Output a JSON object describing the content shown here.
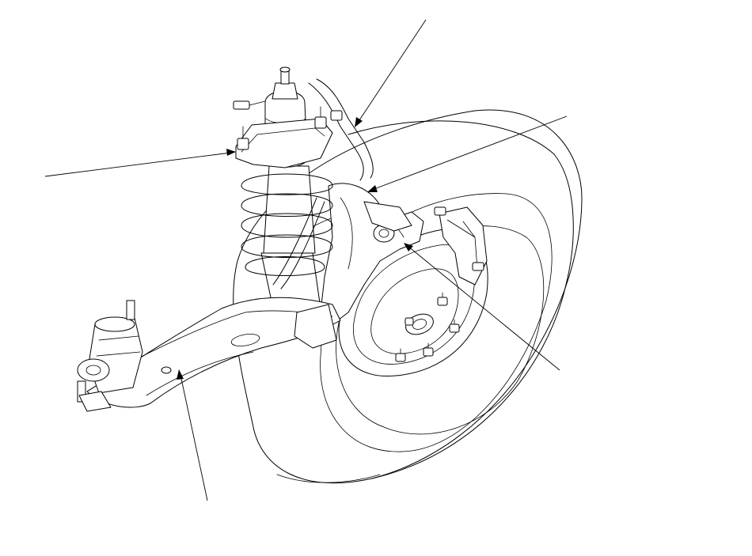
{
  "diagram": {
    "callouts": [
      {
        "id": "upper-mount-callout",
        "label": ""
      },
      {
        "id": "stabilizer-link-callout",
        "label": ""
      },
      {
        "id": "ball-joint-callout",
        "label": ""
      },
      {
        "id": "knuckle-callout",
        "label": ""
      },
      {
        "id": "hub-callout",
        "label": ""
      },
      {
        "id": "lower-arm-callout",
        "label": ""
      }
    ],
    "colors": {
      "line": "#000000",
      "background": "#ffffff"
    }
  }
}
